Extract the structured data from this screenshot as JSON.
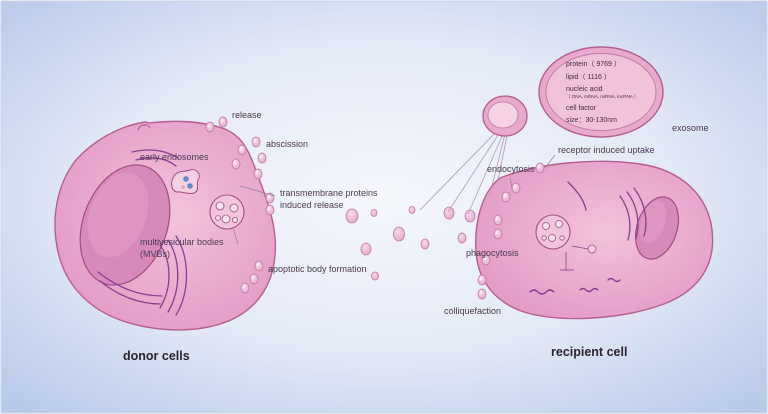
{
  "labels": {
    "release": "release",
    "abscission": "abscission",
    "early_endosomes": "early endosomes",
    "transmembrane_line1": "transmembrane  proteins",
    "transmembrane_line2": "induced  release",
    "mvb_line1": "multivesicular bodies",
    "mvb_line2": "(MVBs)",
    "apoptotic": "apoptotic body formation",
    "endocytosis": "endocytosis",
    "receptor_uptake": "receptor induced uptake",
    "phagocytosis": "phagocytosis",
    "colliquefaction": "colliquefaction",
    "exosome": "exosome"
  },
  "exosome_contents": {
    "protein": "protein（ 9769 ）",
    "lipid": "lipid（ 1116 ）",
    "nucleic_acid": "nucleic acid",
    "nucleic_detail": "（ DNA,  mRNA,  miRNA,  lncRNA ）",
    "cell_factor": "cell factor",
    "size": "size：30-130nm"
  },
  "captions": {
    "donor": "donor cells",
    "recipient": "recipient cell"
  },
  "colors": {
    "cell_fill": "#e7a9cc",
    "cell_stroke": "#b55d8f",
    "vesicle_fill": "#ecc0da",
    "background_center": "#f4f6fc",
    "background_edge": "#bccdea"
  }
}
